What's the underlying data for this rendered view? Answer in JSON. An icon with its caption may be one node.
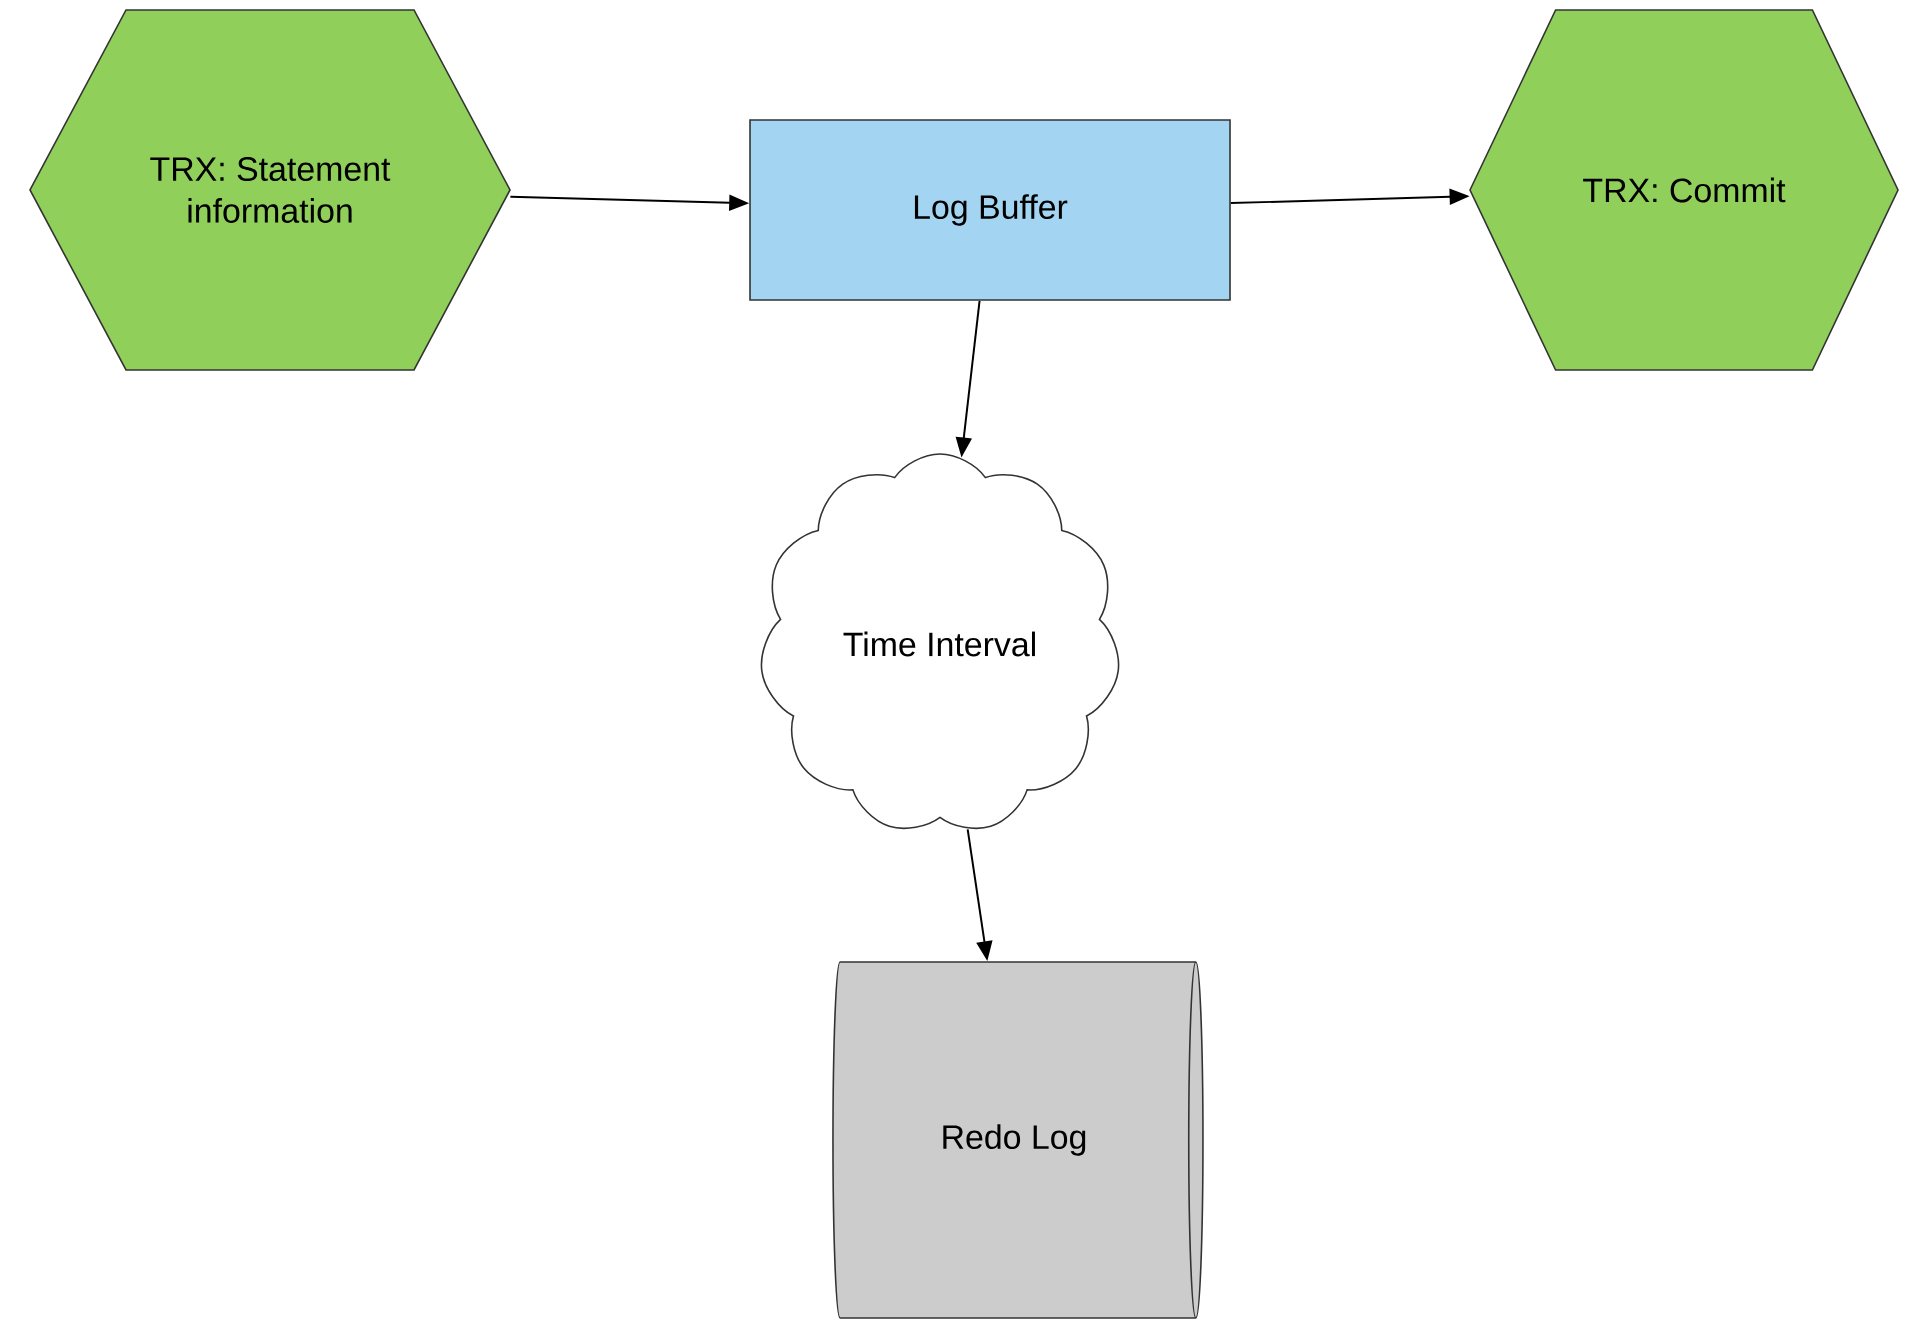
{
  "diagram": {
    "nodes": [
      {
        "text": [
          "TRX: Statement information"
        ]
      },
      {
        "text": [
          "Log Buffer"
        ]
      },
      {
        "text": [
          "TRX: Commit"
        ]
      },
      {
        "text": [
          "Time Interval"
        ]
      },
      {
        "text": [
          "Redo Log"
        ]
      }
    ],
    "edges": [
      {
        "from": 0,
        "to": 1,
        "arrow": "to"
      },
      {
        "from": 1,
        "to": 2,
        "arrow": "to"
      },
      {
        "from": 1,
        "to": 3,
        "arrow": "to"
      },
      {
        "from": 3,
        "to": 4,
        "arrow": "to"
      }
    ]
  }
}
